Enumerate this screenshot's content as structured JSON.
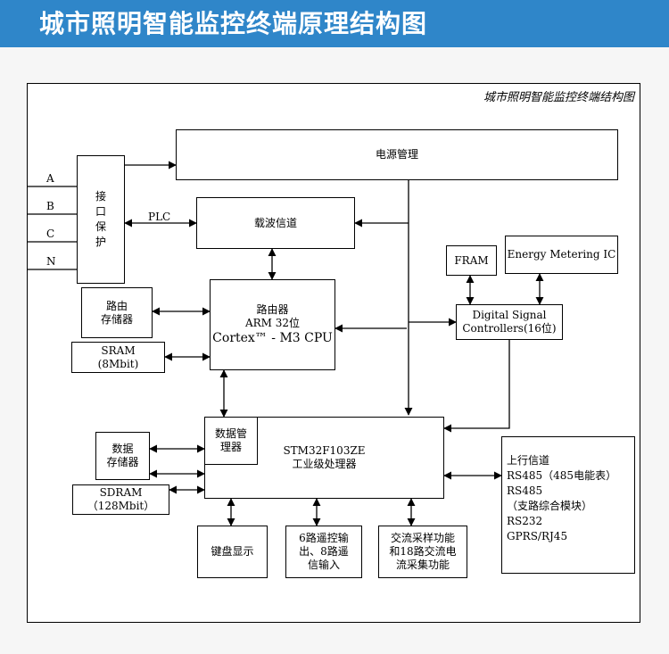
{
  "header": {
    "title": "城市照明智能监控终端原理结构图"
  },
  "diagram": {
    "caption": "城市照明智能监控终端结构图",
    "inputs": [
      "A",
      "B",
      "C",
      "N"
    ],
    "plc_label": "PLC",
    "blocks": {
      "power": "电源管理",
      "interface": "接口保护",
      "carrier": "载波信道",
      "router_storage": [
        "路由",
        "存储器"
      ],
      "sram": [
        "SRAM",
        "(8Mbit)"
      ],
      "router_cpu": [
        "路由器",
        "ARM 32位",
        "Cortex™ - M3 CPU"
      ],
      "fram": "FRAM",
      "energy_ic": "Energy Metering IC",
      "dsp": [
        "Digital Signal",
        "Controllers(16位)"
      ],
      "data_mgr": [
        "数据管",
        "理器"
      ],
      "data_storage": [
        "数据",
        "存储器"
      ],
      "sdram": [
        "SDRAM",
        "（128Mbit）"
      ],
      "stm32": [
        "STM32F103ZE",
        "工业级处理器"
      ],
      "uplink": [
        "上行信道",
        "RS485（485电能表）",
        "RS485",
        "（支路综合模块）",
        "RS232",
        "GPRS/RJ45"
      ],
      "keyboard": "键盘显示",
      "remote_io": [
        "6路遥控输",
        "出、8路遥",
        "信输入"
      ],
      "ac_sampling": [
        "交流采样功能",
        "和18路交流电",
        "流采集功能"
      ]
    }
  }
}
